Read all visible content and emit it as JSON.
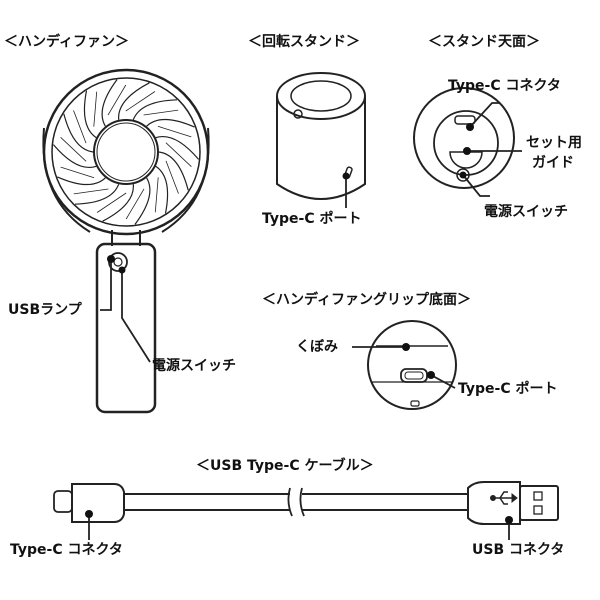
{
  "sections": {
    "handy_fan": "＜ハンディファン＞",
    "rotating_stand": "＜回転スタンド＞",
    "stand_top": "＜スタンド天面＞",
    "grip_bottom": "＜ハンディファングリップ底面＞",
    "cable": "＜USB Type-C ケーブル＞"
  },
  "labels": {
    "usb_lamp": "USBランプ",
    "fan_power_switch": "電源スイッチ",
    "stand_typec_port": "Type-C ポート",
    "stand_typec_connector": "Type-C コネクタ",
    "set_guide_line1": "セット用",
    "set_guide_line2": "ガイド",
    "stand_power_switch": "電源スイッチ",
    "grip_recess": "くぼみ",
    "grip_typec_port": "Type-C ポート",
    "cable_typec_connector": "Type-C コネクタ",
    "cable_usb_connector": "USB コネクタ"
  }
}
